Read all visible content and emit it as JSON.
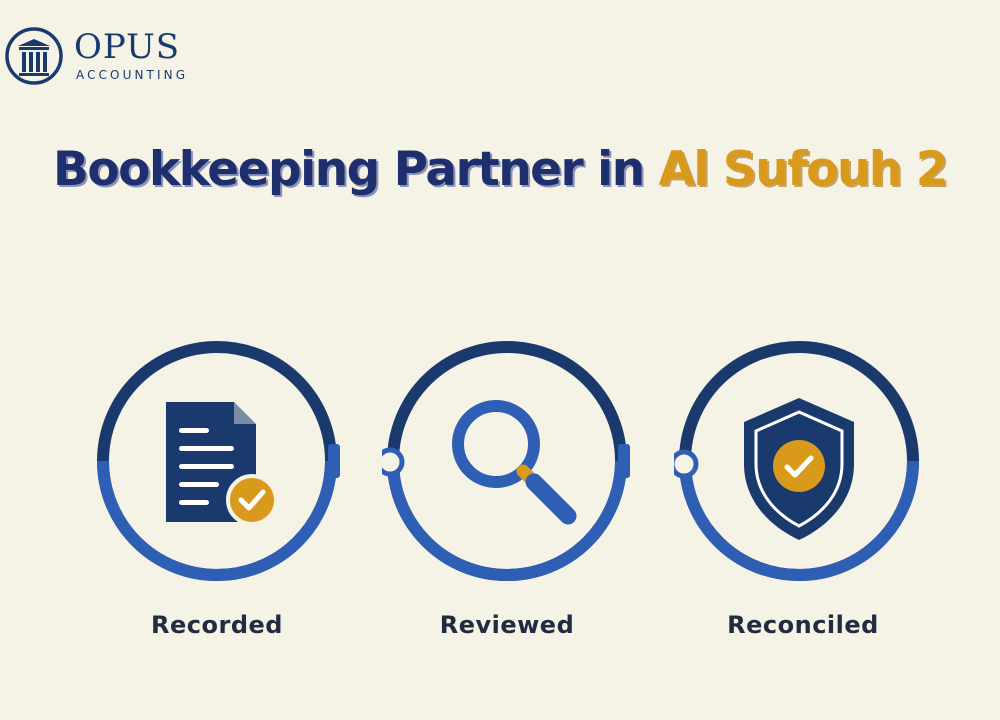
{
  "brand": {
    "name": "OPUS",
    "tagline": "ACCOUNTING"
  },
  "headline": {
    "main": "Bookkeeping Partner in ",
    "accent": "Al Sufouh 2"
  },
  "steps": [
    {
      "label": "Recorded",
      "icon": "document-check-icon"
    },
    {
      "label": "Reviewed",
      "icon": "magnifier-icon"
    },
    {
      "label": "Reconciled",
      "icon": "shield-check-icon"
    }
  ],
  "colors": {
    "background": "#f5f2e6",
    "navy": "#1a3a6e",
    "blue": "#2f5fb5",
    "gold": "#d99a1c"
  }
}
